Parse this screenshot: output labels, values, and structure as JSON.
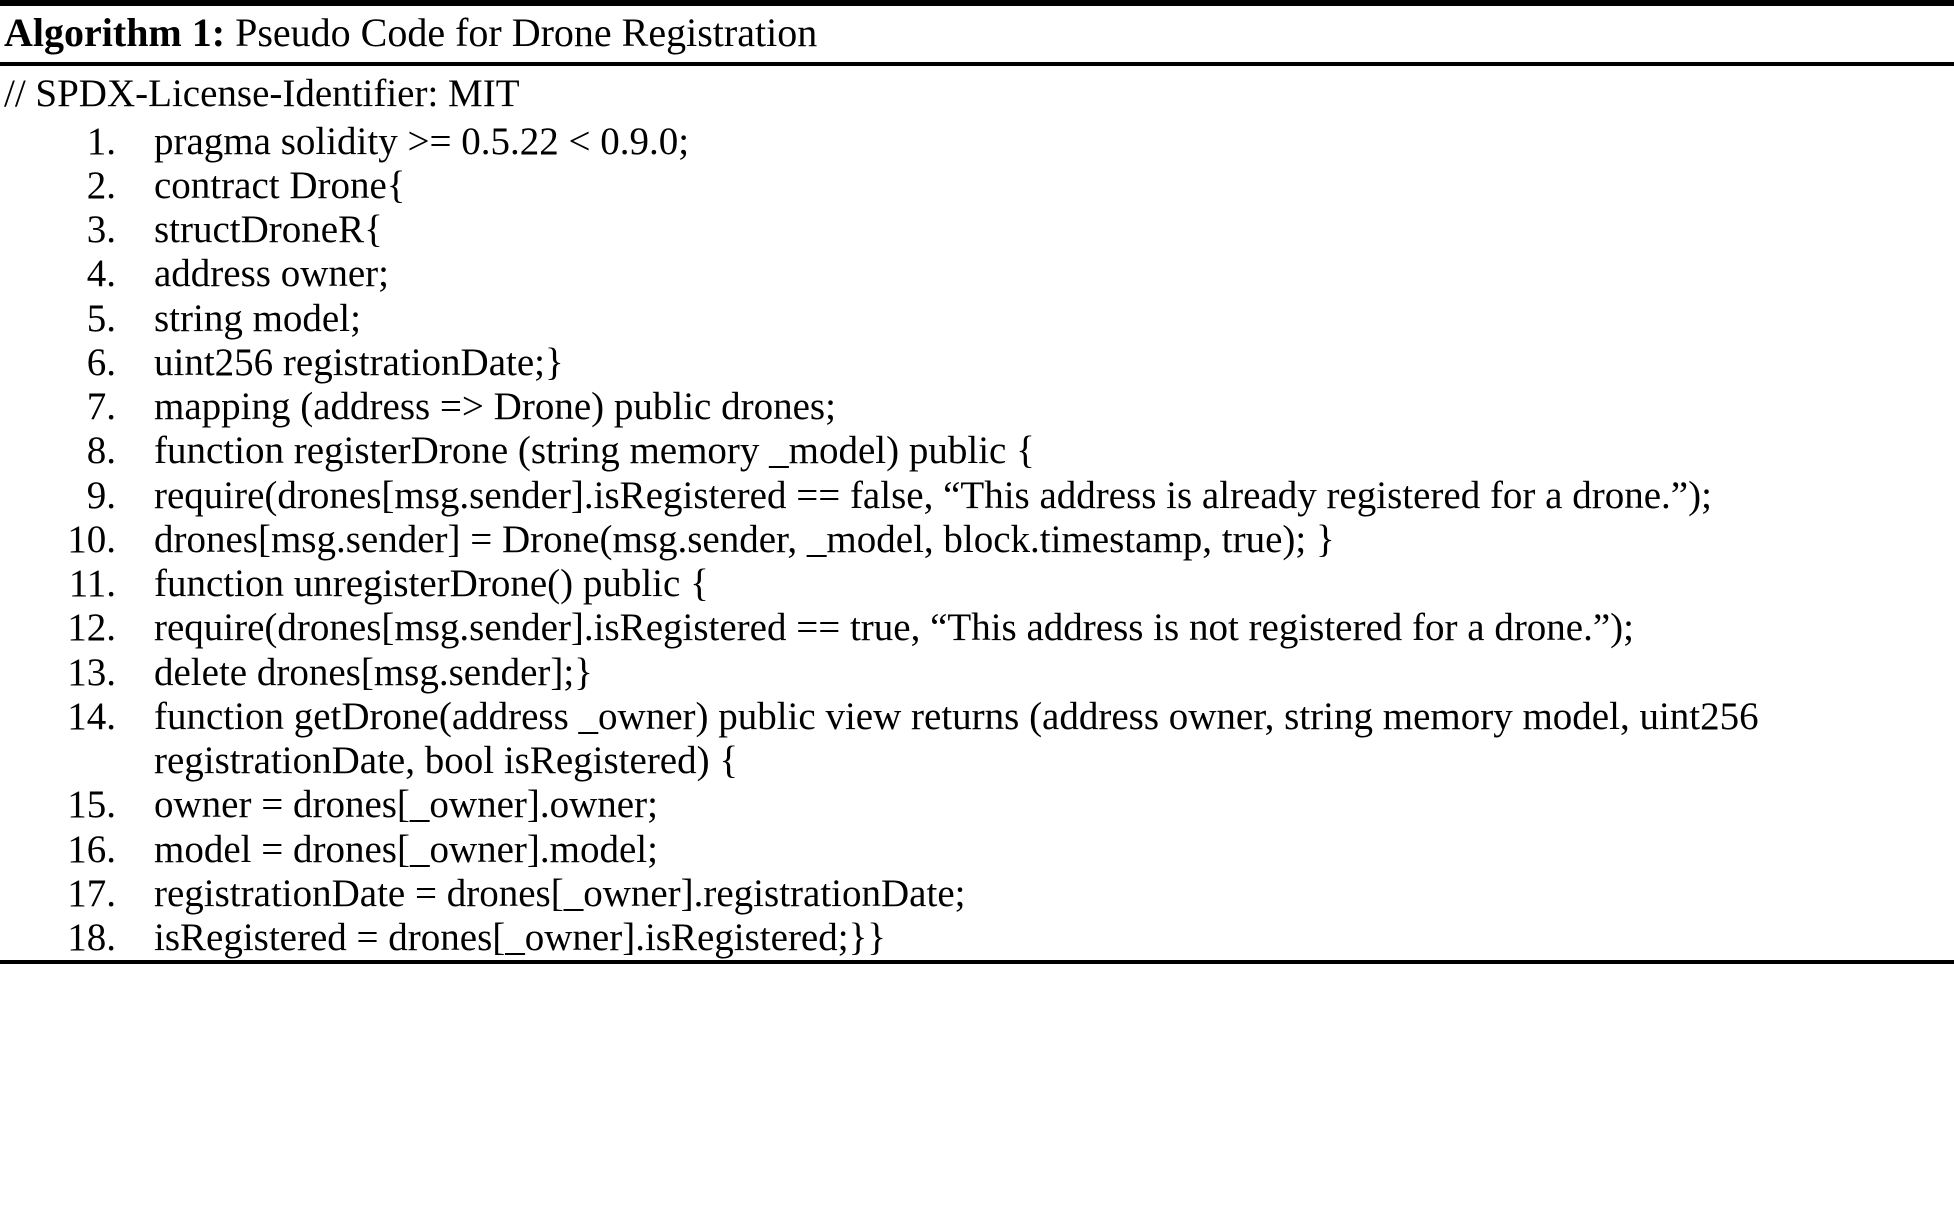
{
  "header": {
    "label": "Algorithm 1:",
    "caption": " Pseudo Code for Drone Registration"
  },
  "comment": "// SPDX-License-Identifier: MIT",
  "code": {
    "lines": [
      {
        "number": "1.",
        "text": "pragma solidity >= 0.5.22 < 0.9.0;"
      },
      {
        "number": "2.",
        "text": "contract Drone{"
      },
      {
        "number": "3.",
        "text": "structDroneR{"
      },
      {
        "number": "4.",
        "text": "address owner;"
      },
      {
        "number": "5.",
        "text": "string model;"
      },
      {
        "number": "6.",
        "text": "uint256 registrationDate;}"
      },
      {
        "number": "7.",
        "text": "mapping (address => Drone) public drones;"
      },
      {
        "number": "8.",
        "text": "function registerDrone (string memory _model) public {"
      },
      {
        "number": "9.",
        "text": "require(drones[msg.sender].isRegistered == false, “This address is already registered for a drone.”);"
      },
      {
        "number": "10.",
        "text": "drones[msg.sender] = Drone(msg.sender, _model, block.timestamp, true); }"
      },
      {
        "number": "11.",
        "text": "function unregisterDrone() public {"
      },
      {
        "number": "12.",
        "text": "require(drones[msg.sender].isRegistered == true, “This address is not registered for a drone.”);"
      },
      {
        "number": "13.",
        "text": "delete drones[msg.sender];}"
      },
      {
        "number": "14.",
        "text": "function getDrone(address _owner) public view returns (address owner, string memory model, uint256 registrationDate, bool isRegistered) {"
      },
      {
        "number": "15.",
        "text": "owner = drones[_owner].owner;"
      },
      {
        "number": "16.",
        "text": "model = drones[_owner].model;"
      },
      {
        "number": "17.",
        "text": "registrationDate = drones[_owner].registrationDate;"
      },
      {
        "number": "18.",
        "text": "isRegistered = drones[_owner].isRegistered;}}"
      }
    ]
  },
  "colors": {
    "text": "#000000",
    "background": "#ffffff",
    "rule": "#000000"
  }
}
